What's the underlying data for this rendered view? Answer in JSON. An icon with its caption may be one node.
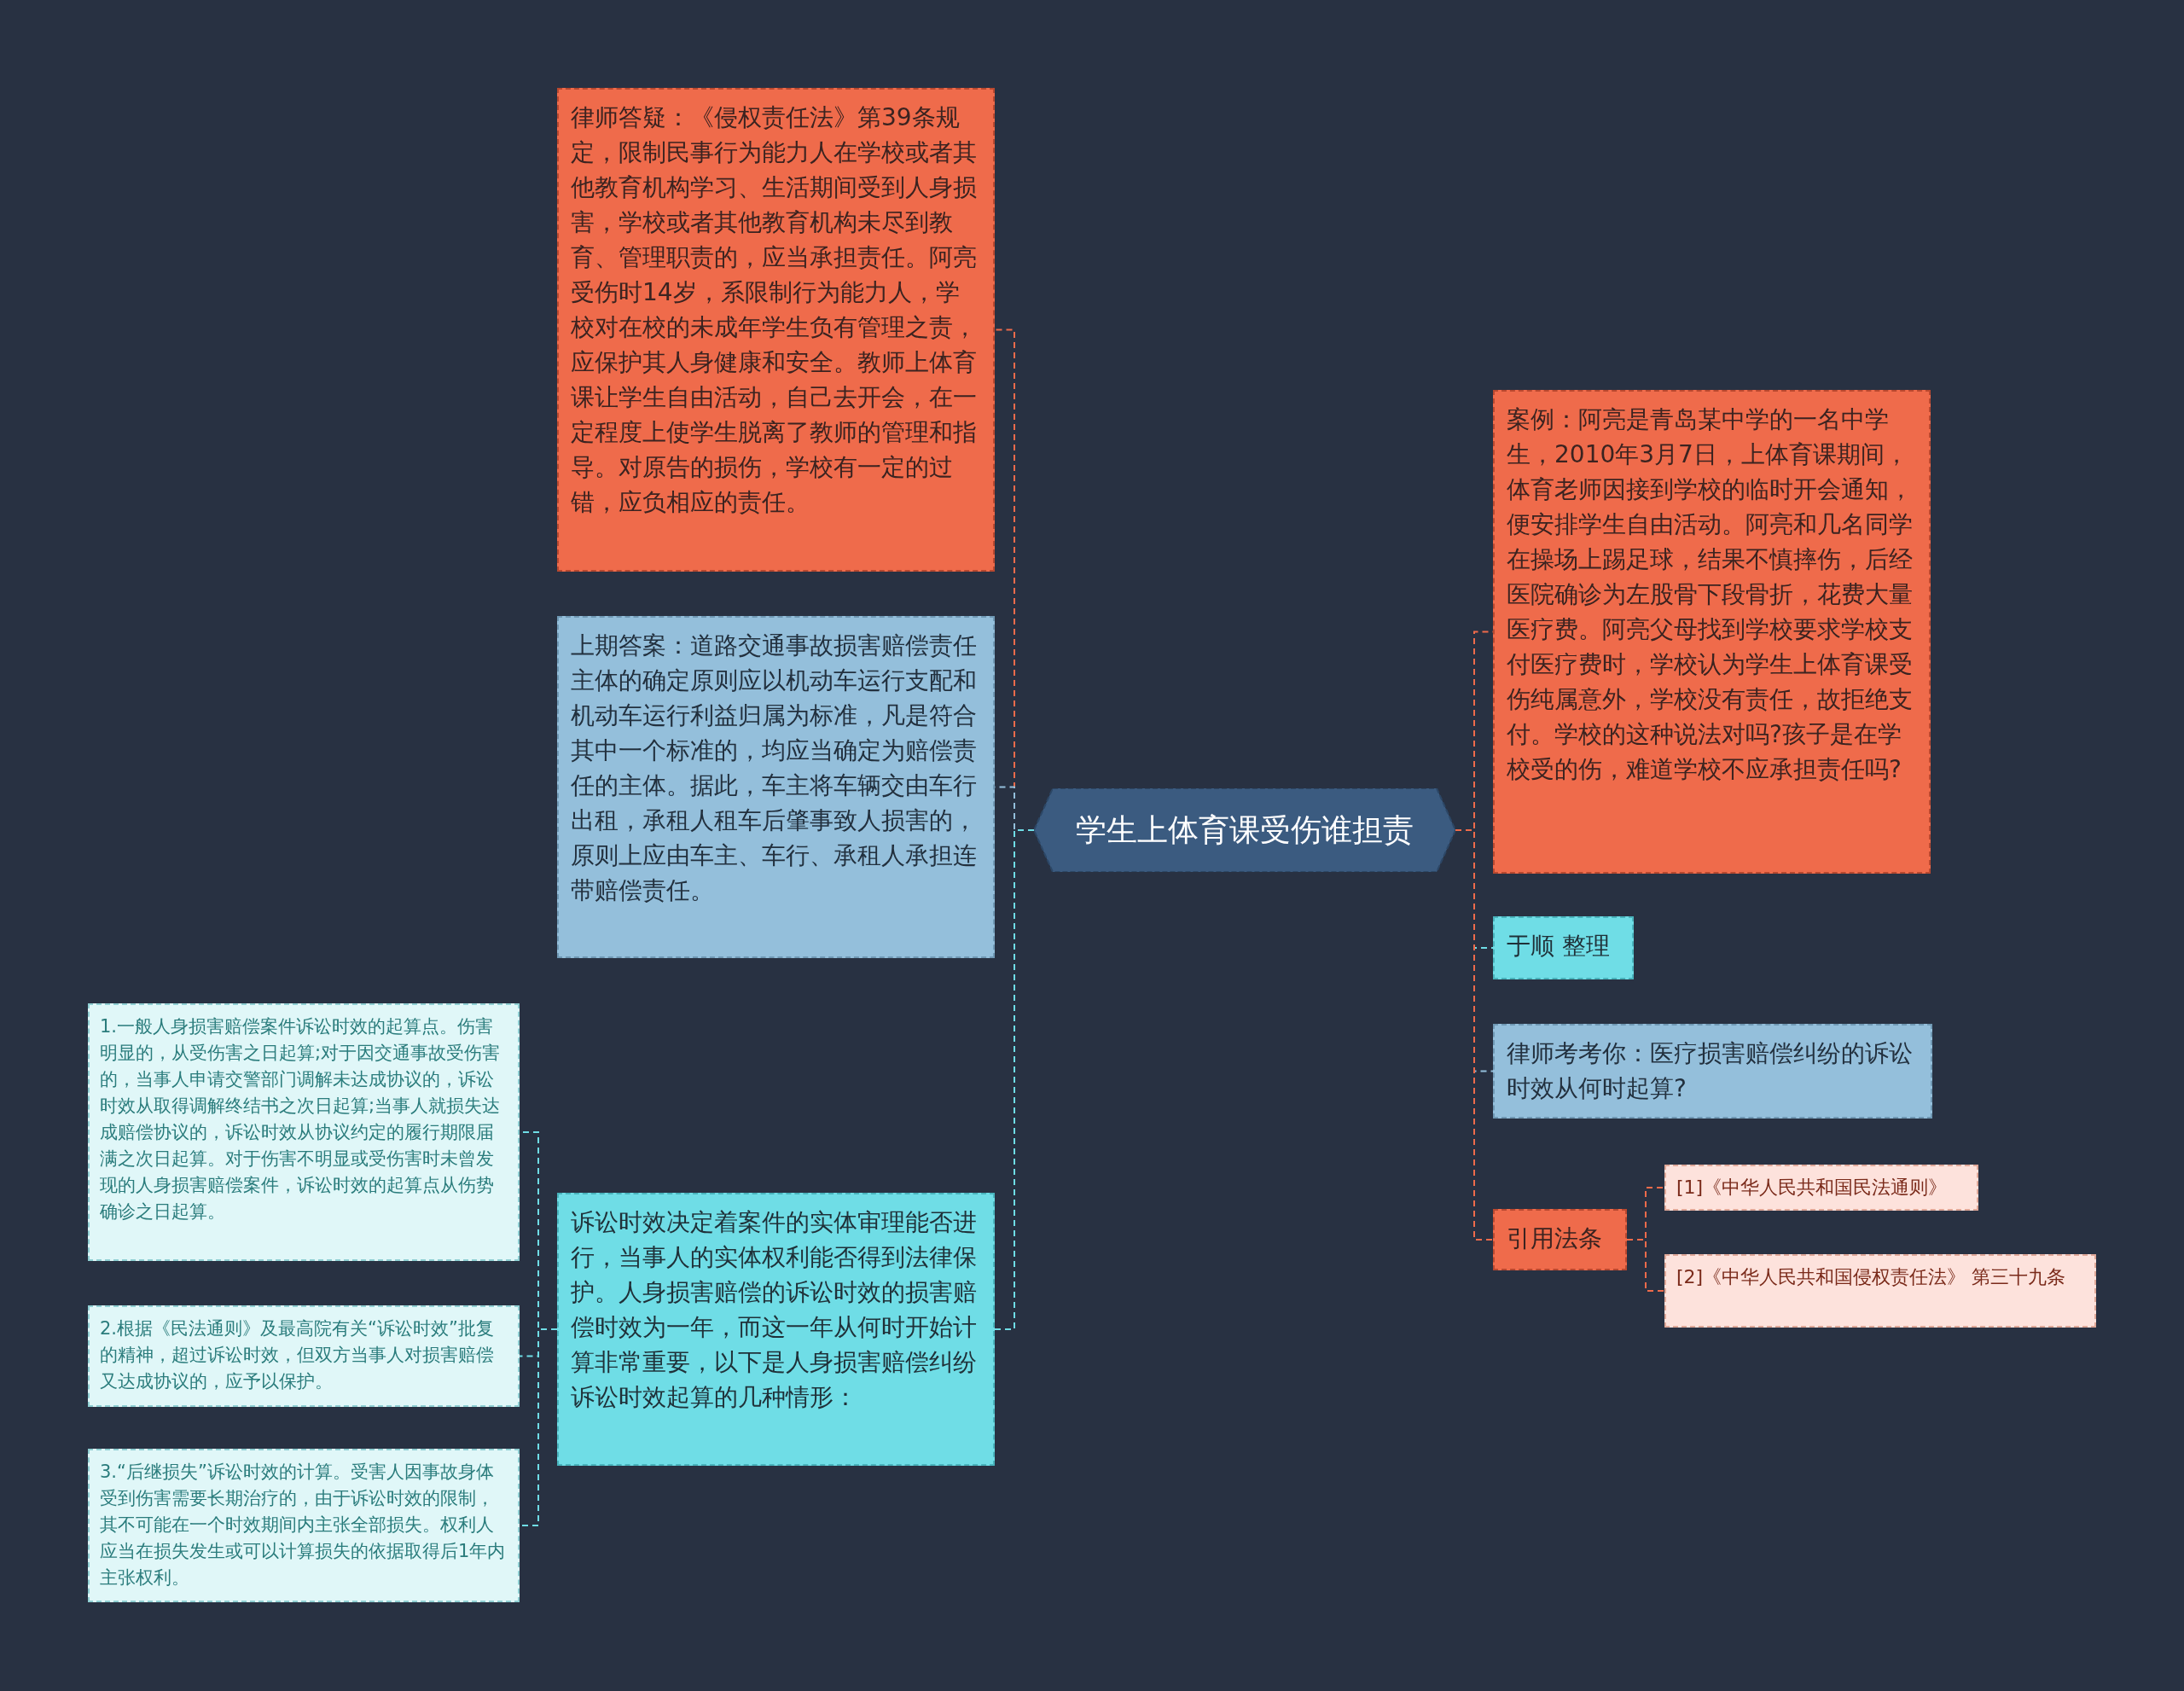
{
  "diagram": {
    "nodes": [
      {
        "text": [
          "学生上体育课受伤谁担责"
        ]
      },
      {
        "text": [
          "律师答疑：《侵权责任法》第39条规定，限制民事行为能力人在学校或者其他教育机构学习、生活期间受到人身损害，学校或者其他教育机构未尽到教育、管理职责的，应当承担责任。阿亮受伤时14岁，系限制行为能力人，学校对在校的未成年学生负有管理之责，应保护其人身健康和安全。教师上体育课让学生自由活动，自己去开会，在一定程度上使学生脱离了教师的管理和指导。对原告的损伤，学校有一定的过错，应负相应的责任。"
        ]
      },
      {
        "text": [
          "上期答案：道路交通事故损害赔偿责任主体的确定原则应以机动车运行支配和机动车运行利益归属为标准，凡是符合其中一个标准的，均应当确定为赔偿责任的主体。据此，车主将车辆交由车行出租，承租人租车后肇事致人损害的，原则上应由车主、车行、承租人承担连带赔偿责任。"
        ]
      },
      {
        "text": [
          "诉讼时效决定着案件的实体审理能否进行，当事人的实体权利能否得到法律保护。人身损害赔偿的诉讼时效的损害赔偿时效为一年，而这一年从何时开始计算非常重要，以下是人身损害赔偿纠纷诉讼时效起算的几种情形："
        ]
      },
      {
        "text": [
          "1.一般人身损害赔偿案件诉讼时效的起算点。伤害明显的，从受伤害之日起算;对于因交通事故受伤害的，当事人申请交警部门调解未达成协议的，诉讼时效从取得调解终结书之次日起算;当事人就损失达成赔偿协议的，诉讼时效从协议约定的履行期限届满之次日起算。对于伤害不明显或受伤害时未曾发现的人身损害赔偿案件，诉讼时效的起算点从伤势确诊之日起算。"
        ]
      },
      {
        "text": [
          "2.根据《民法通则》及最高院有关“诉讼时效”批复的精神，超过诉讼时效，但双方当事人对损害赔偿又达成协议的，应予以保护。"
        ]
      },
      {
        "text": [
          "3.“后继损失”诉讼时效的计算。受害人因事故身体受到伤害需要长期治疗的，由于诉讼时效的限制，其不可能在一个时效期间内主张全部损失。权利人应当在损失发生或可以计算损失的依据取得后1年内主张权利。"
        ]
      },
      {
        "text": [
          "案例：阿亮是青岛某中学的一名中学生，2010年3月7日，上体育课期间，体育老师因接到学校的临时开会通知，便安排学生自由活动。阿亮和几名同学在操场上踢足球，结果不慎摔伤，后经医院确诊为左股骨下段骨折，花费大量医疗费。阿亮父母找到学校要求学校支付医疗费时，学校认为学生上体育课受伤纯属意外，学校没有责任，故拒绝支付。学校的这种说法对吗?孩子是在学校受的伤，难道学校不应承担责任吗?"
        ]
      },
      {
        "text": [
          "于顺 整理"
        ]
      },
      {
        "text": [
          "律师考考你：医疗损害赔偿纠纷的诉讼时效从何时起算?"
        ]
      },
      {
        "text": [
          "引用法条"
        ]
      },
      {
        "text": [
          "[1]《中华人民共和国民法通则》"
        ]
      },
      {
        "text": [
          "[2]《中华人民共和国侵权责任法》 第三十九条"
        ]
      }
    ],
    "edges": [
      {
        "from": 0,
        "to": 1,
        "arrow": "none",
        "style": "dashed",
        "color": "#ef6b4b"
      },
      {
        "from": 0,
        "to": 2,
        "arrow": "none",
        "style": "dashed",
        "color": "#94bfdb"
      },
      {
        "from": 0,
        "to": 3,
        "arrow": "none",
        "style": "dashed",
        "color": "#6fdde6"
      },
      {
        "from": 3,
        "to": 4,
        "arrow": "none",
        "style": "dashed",
        "color": "#6fdde6"
      },
      {
        "from": 3,
        "to": 5,
        "arrow": "none",
        "style": "dashed",
        "color": "#6fdde6"
      },
      {
        "from": 3,
        "to": 6,
        "arrow": "none",
        "style": "dashed",
        "color": "#6fdde6"
      },
      {
        "from": 0,
        "to": 7,
        "arrow": "none",
        "style": "dashed",
        "color": "#ef6b4b"
      },
      {
        "from": 0,
        "to": 8,
        "arrow": "none",
        "style": "dashed",
        "color": "#6fdde6"
      },
      {
        "from": 0,
        "to": 9,
        "arrow": "none",
        "style": "dashed",
        "color": "#94bfdb"
      },
      {
        "from": 0,
        "to": 10,
        "arrow": "none",
        "style": "dashed",
        "color": "#ef6b4b"
      },
      {
        "from": 10,
        "to": 11,
        "arrow": "none",
        "style": "dashed",
        "color": "#ef6b4b"
      },
      {
        "from": 10,
        "to": 12,
        "arrow": "none",
        "style": "dashed",
        "color": "#ef6b4b"
      }
    ]
  }
}
